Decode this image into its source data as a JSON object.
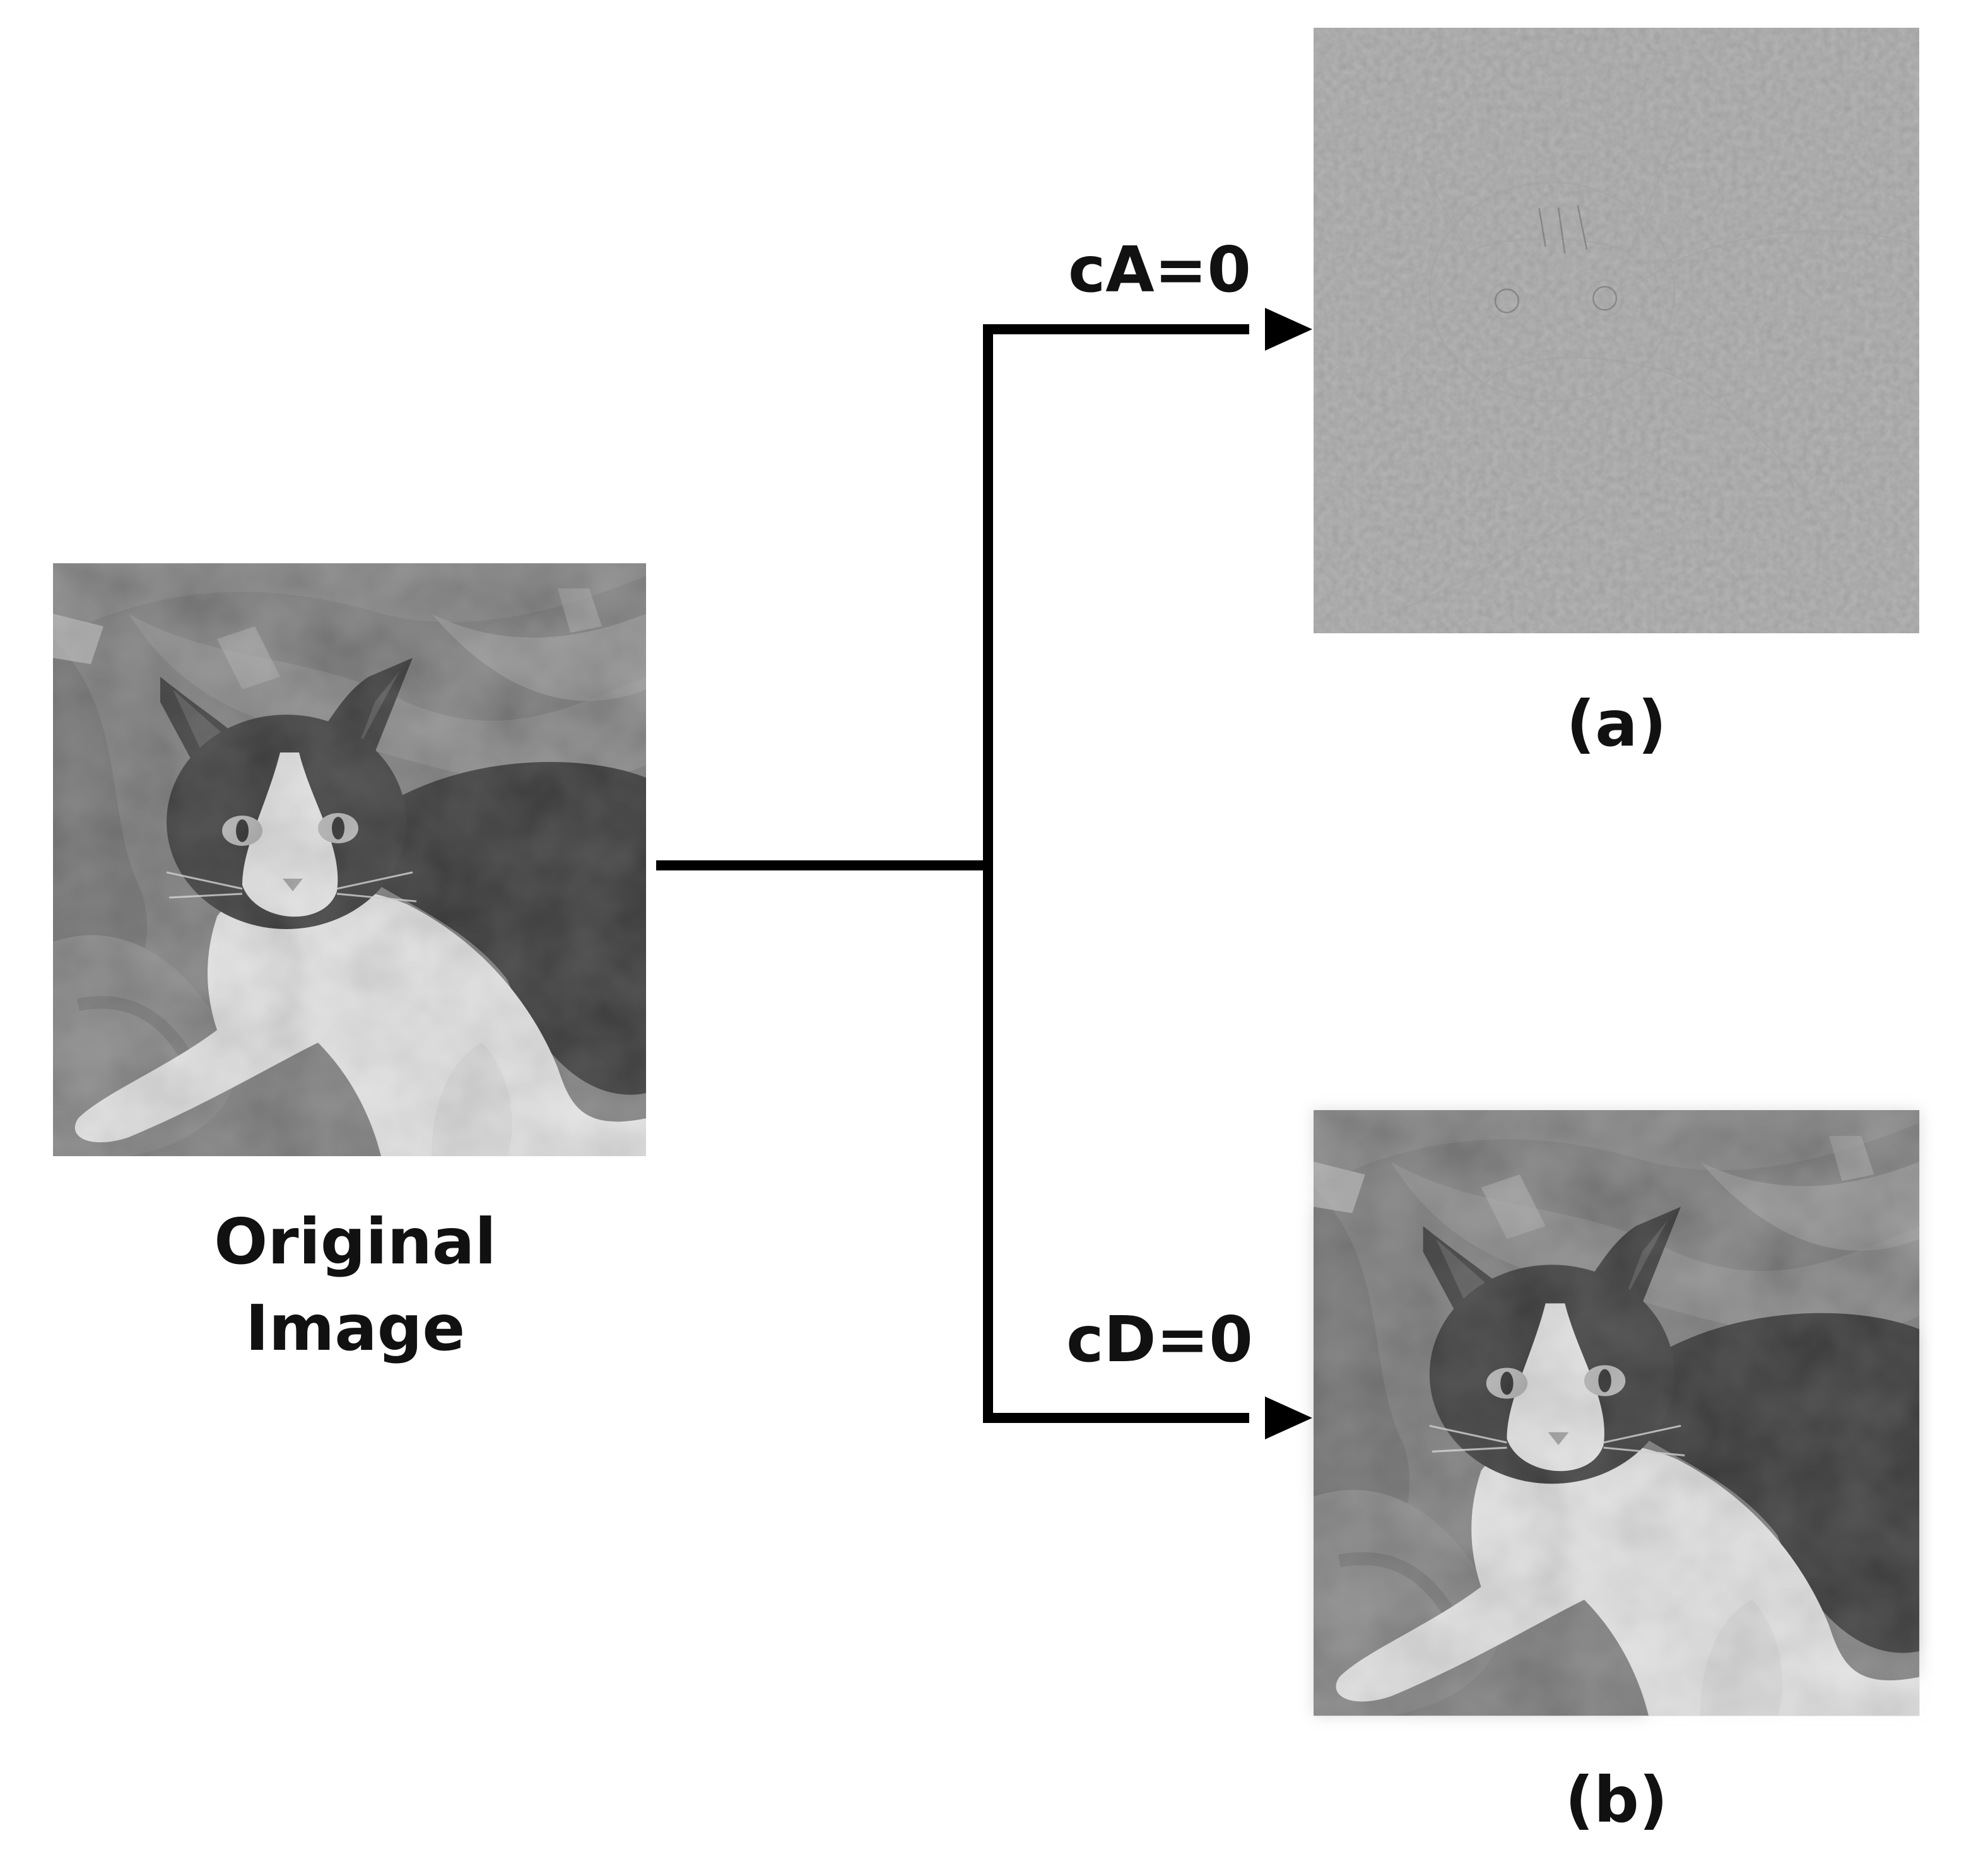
{
  "original": {
    "label_line1": "Original",
    "label_line2": "Image"
  },
  "branch_top": {
    "label": "cA=0",
    "caption": "(a)"
  },
  "branch_bottom": {
    "label": "cD=0",
    "caption": "(b)"
  },
  "colors": {
    "line": "#000000",
    "text": "#111111",
    "highpass_gray": "#8c8c8c"
  }
}
